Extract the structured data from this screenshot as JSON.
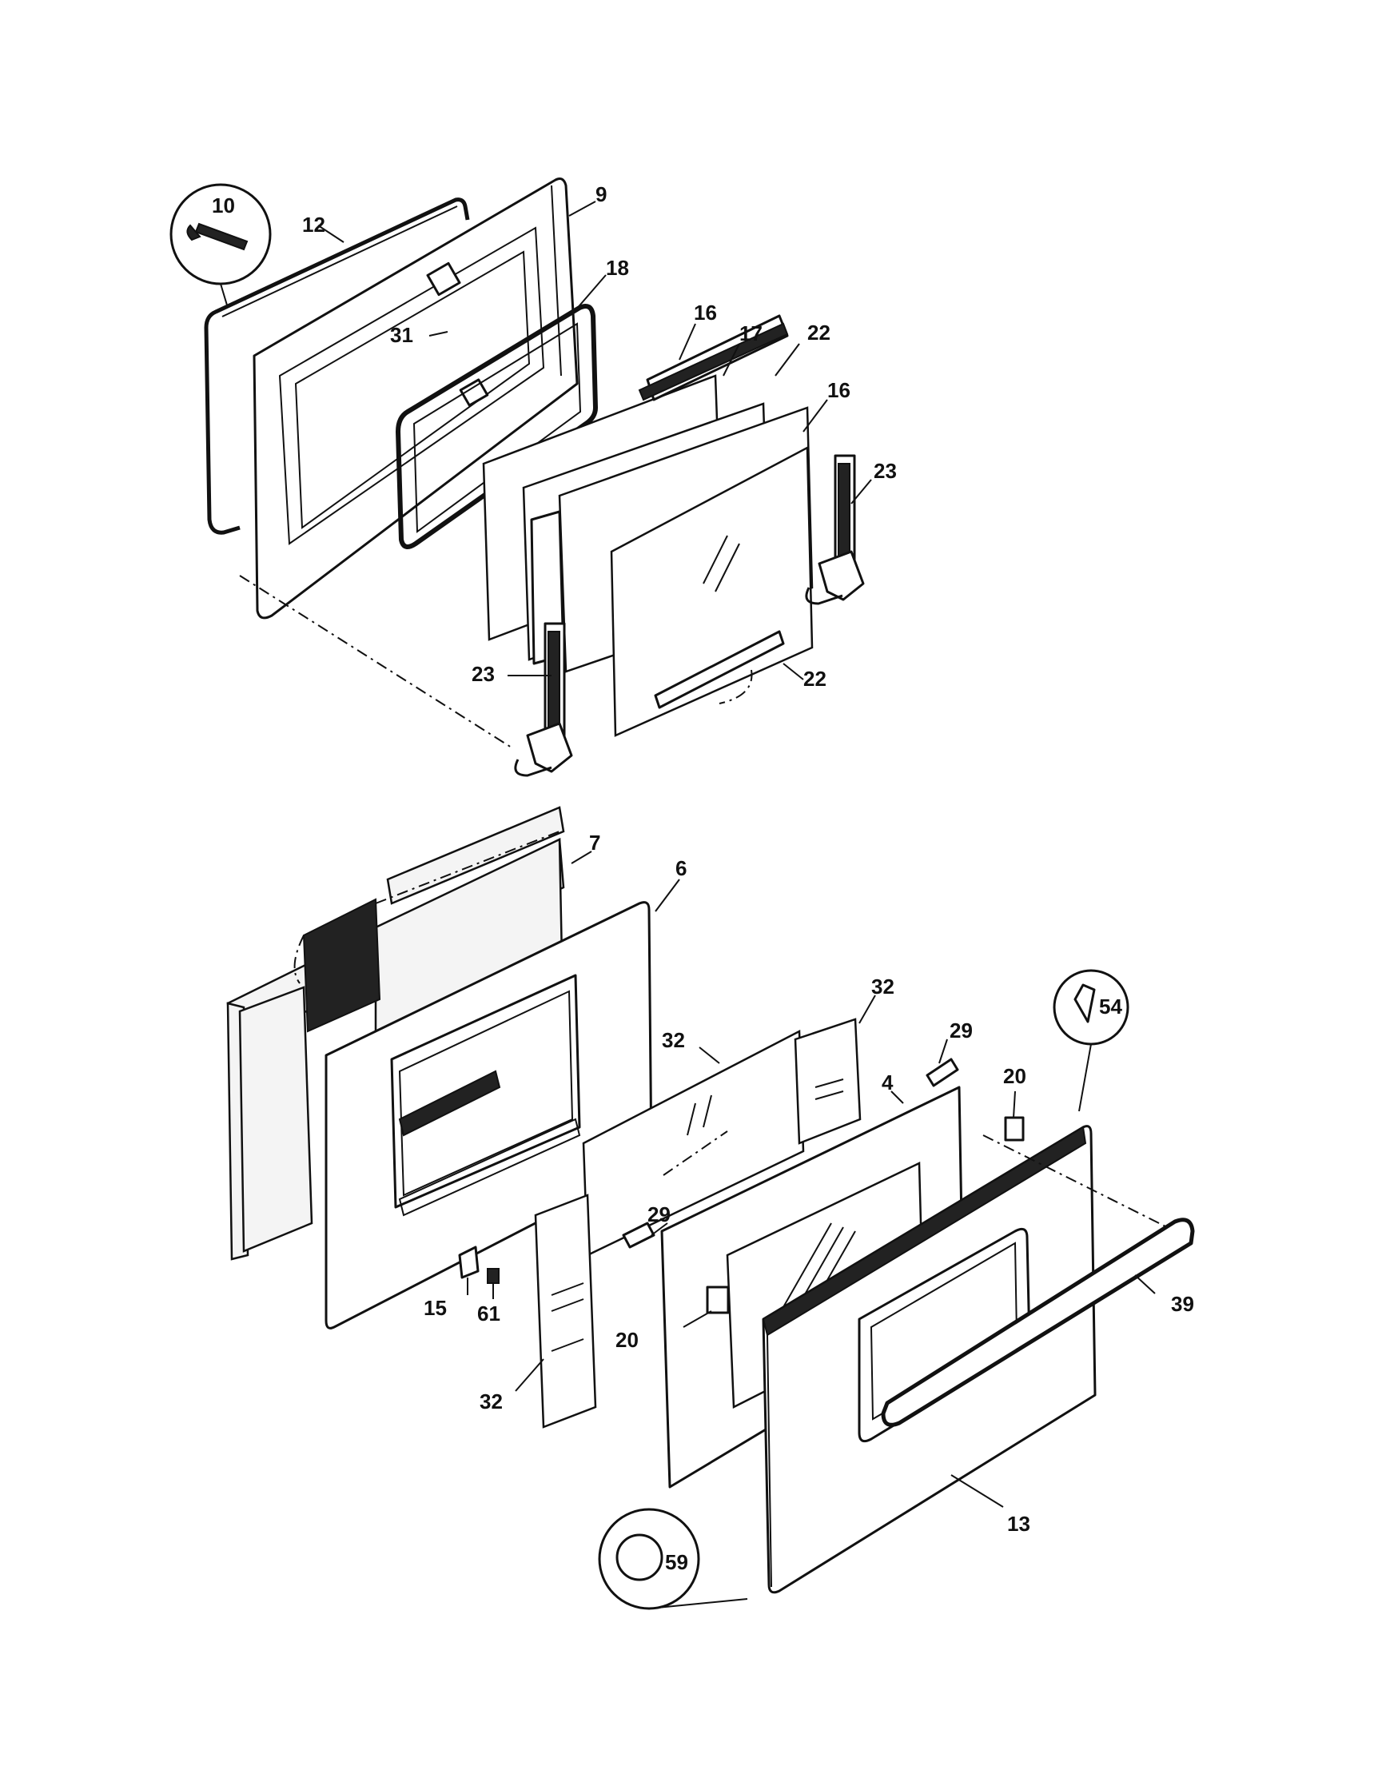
{
  "labels": {
    "p10": "10",
    "p12": "12",
    "p9": "9",
    "p18": "18",
    "p31": "31",
    "p16a": "16",
    "p17": "17",
    "p22a": "22",
    "p16b": "16",
    "p23a": "23",
    "p23b": "23",
    "p22b": "22",
    "p7": "7",
    "p6": "6",
    "p32a": "32",
    "p32b": "32",
    "p29a": "29",
    "p54": "54",
    "p20a": "20",
    "p4": "4",
    "p29b": "29",
    "p20b": "20",
    "p15": "15",
    "p61": "61",
    "p32c": "32",
    "p39": "39",
    "p13": "13",
    "p59": "59"
  }
}
